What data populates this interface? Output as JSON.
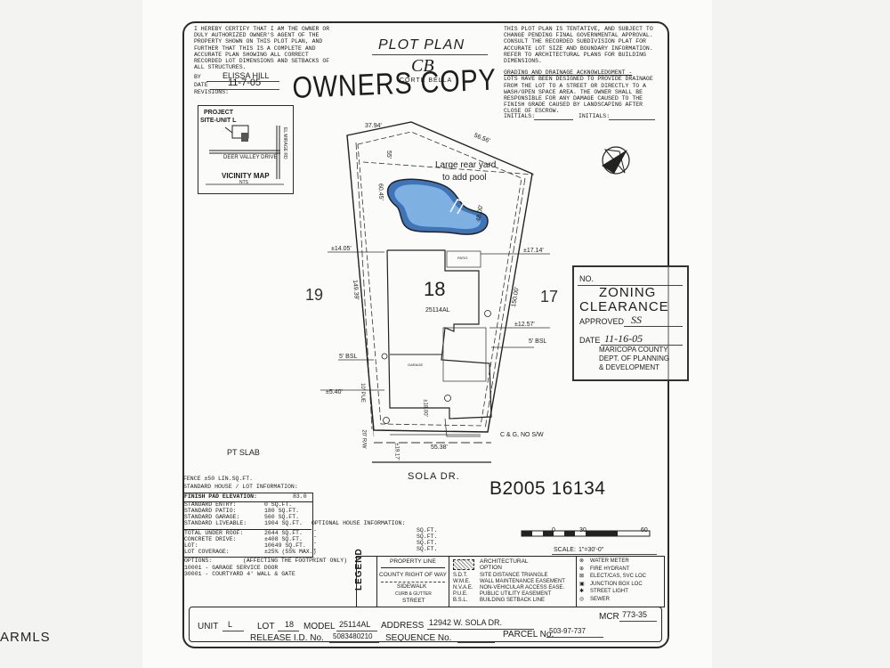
{
  "certification": {
    "lines": [
      "I HEREBY CERTIFY THAT I AM THE OWNER OR",
      "DULY AUTHORIZED OWNER'S AGENT OF THE",
      "PROPERTY SHOWN ON THIS PLOT PLAN, AND",
      "FURTHER THAT THIS IS A COMPLETE AND",
      "ACCURATE PLAN SHOWING ALL CORRECT",
      "RECORDED LOT DIMENSIONS AND SETBACKS OF",
      "ALL STRUCTURES."
    ],
    "by_label": "BY",
    "by_value": "ELISSA HILL",
    "date_label": "DATE",
    "date_value": "11-7-05",
    "revisions_label": "REVISIONS:"
  },
  "header": {
    "title": "PLOT PLAN",
    "logo_initials": "CB",
    "logo_text": "CORTE BELLA",
    "owners_copy": "OWNERS COPY"
  },
  "approval_note": {
    "lines": [
      "THIS PLOT PLAN IS TENTATIVE, AND SUBJECT TO",
      "CHANGE PENDING FINAL GOVERNMENTAL APPROVAL.",
      "CONSULT THE RECORDED SUBDIVISION PLAT FOR",
      "ACCURATE LOT SIZE AND BOUNDARY INFORMATION.",
      "REFER TO ARCHITECTURAL PLANS FOR BUILDING",
      "DIMENSIONS."
    ],
    "grading_title": "GRADING AND DRAINAGE ACKNOWLEDGMENT -",
    "grading_lines": [
      "LOTS HAVE BEEN DESIGNED TO PROVIDE DRAINAGE",
      "FROM THE LOT TO A STREET OR DIRECTLY TO A",
      "WASH/OPEN SPACE AREA. THE OWNER SHALL BE",
      "RESPONSIBLE FOR ANY DAMAGE CAUSED TO THE",
      "FINISH GRADE CAUSED BY LANDSCAPING AFTER",
      "CLOSE OF ESCROW."
    ],
    "initials_1": "INITIALS:",
    "initials_2": "INITIALS:"
  },
  "vicinity": {
    "project_label": "PROJECT",
    "site_label": "SITE-UNIT L",
    "road_1": "DEER VALLEY DRIVE",
    "road_2": "EL MIRAGE RD",
    "map_label": "VICINITY MAP",
    "nts": "NTS"
  },
  "lot_plan": {
    "lot_number": "18",
    "plan_code": "25114AL",
    "neighbor_left": "19",
    "neighbor_right": "17",
    "pool_note_1": "Large rear yard",
    "pool_note_2": "to add pool",
    "dims": {
      "top_left": "37.94'",
      "top_right": "56.56'",
      "left_side": "149.39'",
      "right_side": "150.00'",
      "bottom": "55.38'",
      "setback_left": "±14.05'",
      "setback_right": "±17.14'",
      "rear_left": "55'",
      "rear_mid": "60.45'",
      "rear_right": "48.00'",
      "side_right": "±12.57'",
      "side_5_right": "5' BSL",
      "side_5_left": "5' BSL",
      "front_left": "±5.40'",
      "front_mid": "10' PUE",
      "front_depth": "±18.00'",
      "row_right": "20' R/W",
      "row_left": "±19.17'"
    },
    "patio_label": "PATIO",
    "garage_label": "GARAGE",
    "curb_note": "C & G, NO S/W",
    "pt_slab": "PT SLAB",
    "street": "SOLA DR."
  },
  "stamp": {
    "no_label": "NO.",
    "title_1": "ZONING",
    "title_2": "CLEARANCE",
    "approved_label": "APPROVED",
    "approved_value": "SS",
    "date_label": "DATE",
    "date_value": "11-16-05",
    "dept_1": "MARICOPA COUNTY",
    "dept_2": "DEPT. OF PLANNING",
    "dept_3": "& DEVELOPMENT"
  },
  "permit_number": "B2005 16134",
  "fence_note": "FENCE ±50 LIN.SQ.FT.",
  "house_info": {
    "title": "STANDARD HOUSE / LOT INFORMATION:",
    "finish_pad_label": "FINISH PAD ELEVATION:",
    "finish_pad_value": "83.0",
    "rows": [
      {
        "label": "STANDARD ENTRY:",
        "value": "0 SQ.FT."
      },
      {
        "label": "STANDARD PATIO:",
        "value": "180 SQ.FT."
      },
      {
        "label": "STANDARD GARAGE:",
        "value": "560 SQ.FT."
      },
      {
        "label": "STANDARD LIVEABLE:",
        "value": "1904 SQ.FT."
      }
    ],
    "rows2": [
      {
        "label": "TOTAL UNDER ROOF:",
        "value": "2644 SQ.FT."
      },
      {
        "label": "CONCRETE DRIVE:",
        "value": "±408 SQ.FT."
      },
      {
        "label": "LOT:",
        "value": "10649 SQ.FT."
      },
      {
        "label": "LOT COVERAGE:",
        "value": "±25% (55% MAX.)"
      }
    ],
    "optional_title": "OPTIONAL HOUSE INFORMATION:",
    "optional_dash": "-",
    "optional_unit": "SQ.FT."
  },
  "options": {
    "title": "OPTIONS:",
    "subtitle": "(AFFECTING THE FOOTPRINT ONLY)",
    "items": [
      "10001 - GARAGE SERVICE DOOR",
      "30001 - COURTYARD 4' WALL & GATE"
    ]
  },
  "scale": {
    "ticks": [
      "0",
      "30",
      "60"
    ],
    "label": "SCALE:",
    "value": "1\"=30'-0\""
  },
  "legend": {
    "title": "LEGEND",
    "property_line": "PROPERTY LINE",
    "county_row": "COUNTY RIGHT OF WAY",
    "sidewalk": "SIDEWALK",
    "curb": "CURB & GUTTER",
    "street": "STREET",
    "arch_option": "ARCHITECTURAL OPTION",
    "abbrevs": [
      {
        "code": "S.D.T.",
        "text": "SITE DISTANCE TRIANGLE"
      },
      {
        "code": "W.M.E.",
        "text": "WALL MAINTENANCE EASEMENT"
      },
      {
        "code": "N.V.A.E.",
        "text": "NON-VEHICULAR ACCESS EASE."
      },
      {
        "code": "P.U.E.",
        "text": "PUBLIC UTILITY EASEMENT"
      },
      {
        "code": "B.S.L.",
        "text": "BUILDING SETBACK LINE"
      }
    ],
    "symbols": [
      "WATER METER",
      "FIRE HYDRANT",
      "ELECT/CAS, SVC LOC",
      "JUNCTION BOX LOC",
      "STREET LIGHT",
      "SEWER"
    ]
  },
  "footer": {
    "unit_label": "UNIT",
    "unit_value": "L",
    "lot_label": "LOT",
    "lot_value": "18",
    "model_label": "MODEL",
    "model_value": "25114AL",
    "address_label": "ADDRESS",
    "address_value": "12942 W. SOLA DR.",
    "mcr_label": "MCR",
    "mcr_value": "773-35",
    "release_label": "RELEASE I.D. No.",
    "release_value": "5083480210",
    "sequence_label": "SEQUENCE No.",
    "parcel_label": "PARCEL No.",
    "parcel_value": "503-97-737"
  },
  "watermark": "ARMLS"
}
